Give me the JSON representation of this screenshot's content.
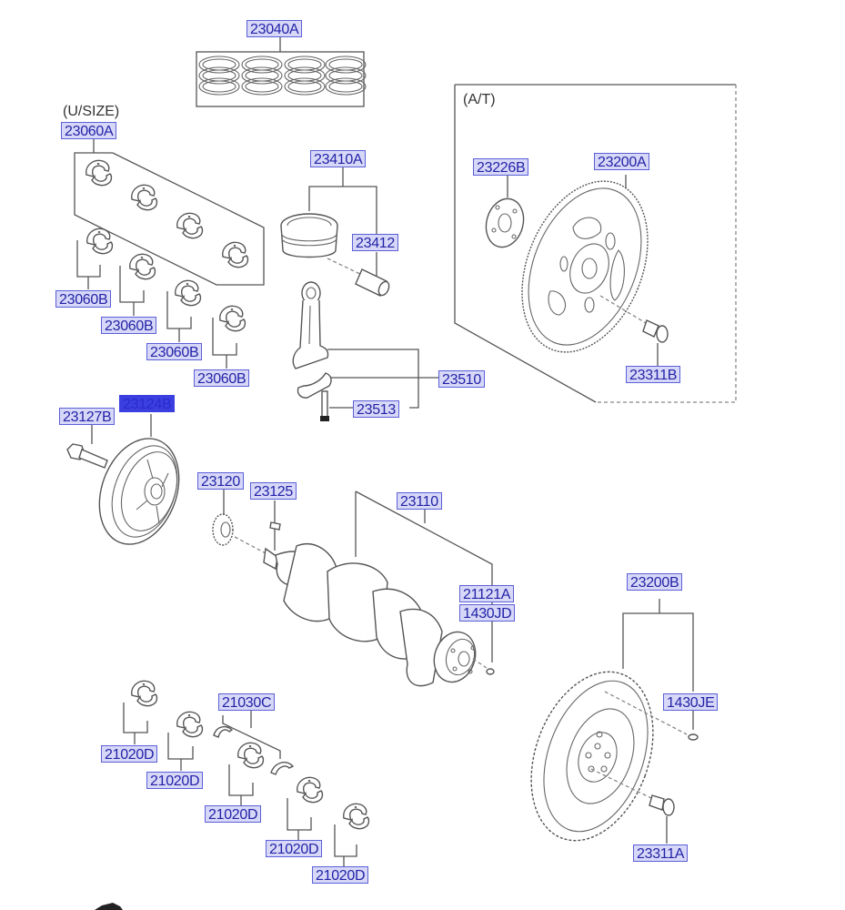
{
  "diagram": {
    "title": "Crankshaft, Piston & Flywheel parts diagram",
    "notes": {
      "undersize": "(U/SIZE)",
      "automatic_transmission": "(A/T)"
    },
    "highlight_color": "#3c3fe0",
    "label_color": "#2222a8",
    "labels": {
      "piston_ring_set": "23040A",
      "main_bearing_upper_undersize": "23060A",
      "main_bearing_1": "23060B",
      "main_bearing_2": "23060B",
      "main_bearing_3": "23060B",
      "main_bearing_4": "23060B",
      "piston_assy": "23410A",
      "piston_pin": "23412",
      "connecting_rod_assy": "23510",
      "conrod_bolt": "23513",
      "drive_plate_spacer": "23226B",
      "drive_plate_assy": "23200A",
      "drive_plate_bolt": "23311B",
      "pulley_bolt": "23127B",
      "damper_pulley": "23124B",
      "crank_sprocket": "23120",
      "woodruff_key": "23125",
      "crankshaft": "23110",
      "crank_pin_plug": "21121A",
      "crank_pin_plug_alt": "1430JD",
      "flywheel_assy": "23200B",
      "flywheel_pin": "1430JE",
      "flywheel_bolt": "23311A",
      "thrust_bearing": "21030C",
      "crank_bearing_1": "21020D",
      "crank_bearing_2": "21020D",
      "crank_bearing_3": "21020D",
      "crank_bearing_4": "21020D",
      "crank_bearing_5": "21020D"
    },
    "selected_label": "damper_pulley"
  }
}
